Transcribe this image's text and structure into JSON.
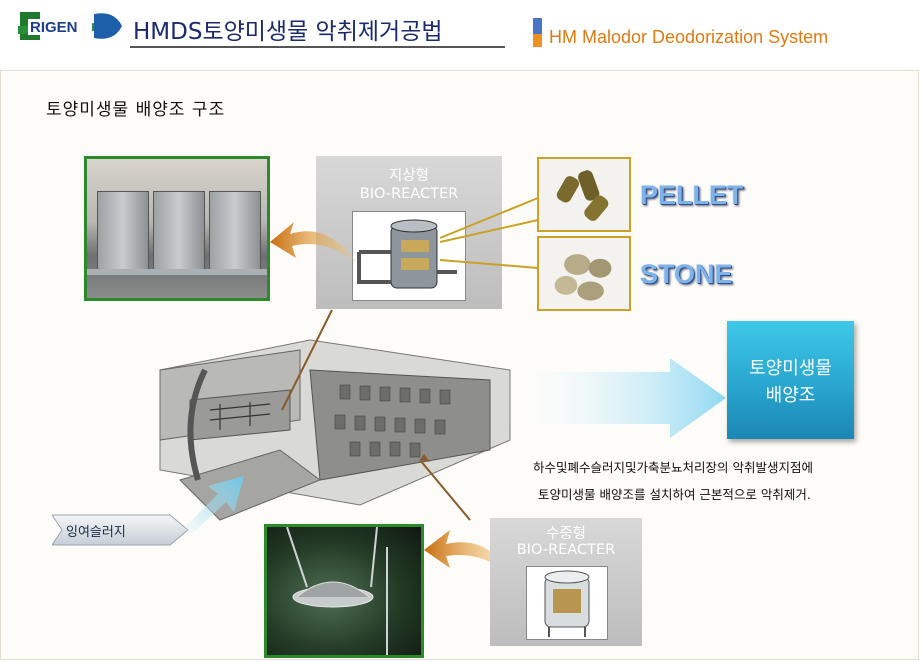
{
  "header": {
    "logo_text": "RIGEN",
    "title_korean": "HMDS토양미생물 악취제거공법",
    "title_english": "HM Malodor Deodorization System"
  },
  "section": {
    "title": "토양미생물 배양조 구조"
  },
  "ground_reactor": {
    "line1": "지상형",
    "line2": "BIO-REACTER"
  },
  "submerged_reactor": {
    "line1": "수중형",
    "line2": "BIO-REACTER"
  },
  "media": {
    "pellet": "PELLET",
    "stone": "STONE"
  },
  "culture_tank": {
    "line1": "토양미생물",
    "line2": "배양조"
  },
  "description": {
    "line1": "하수및폐수슬러지및가축분뇨처리장의 악취발생지점에",
    "line2": "토양미생물 배양조를 설치하여 근본적으로 악취제거."
  },
  "sludge": {
    "label": "잉여슬러지"
  },
  "colors": {
    "title_blue": "#1a2a6c",
    "english_orange": "#e07a12",
    "photo_border_green": "#2c8a2c",
    "media_border_gold": "#c9a227",
    "culture_cyan": "#28a6cf",
    "arrow_orange": "#e08a1a"
  }
}
